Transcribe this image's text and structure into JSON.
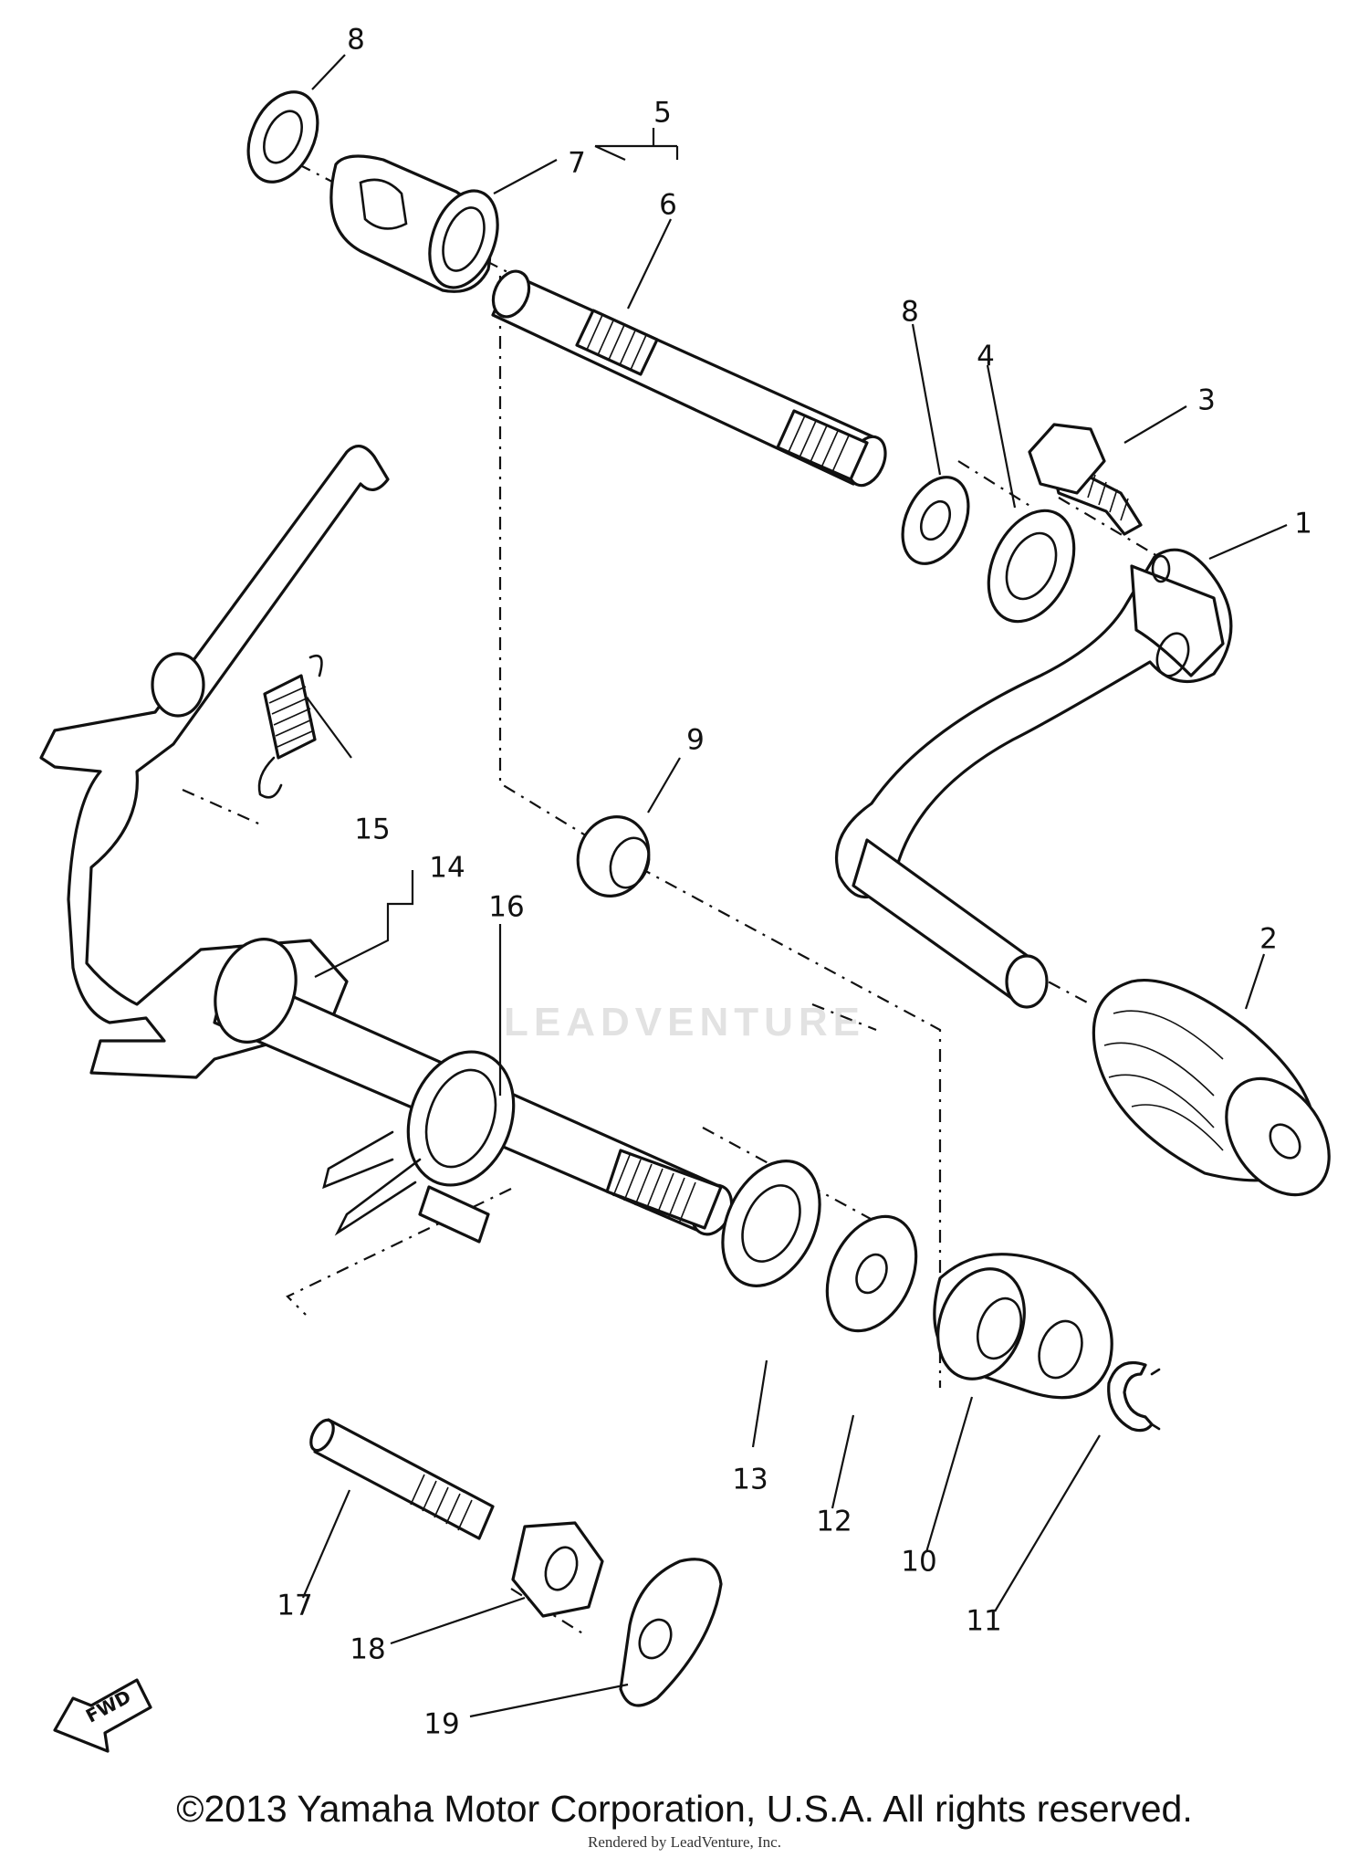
{
  "diagram": {
    "callouts": [
      {
        "id": "1",
        "text": "1"
      },
      {
        "id": "2",
        "text": "2"
      },
      {
        "id": "3",
        "text": "3"
      },
      {
        "id": "4",
        "text": "4"
      },
      {
        "id": "5",
        "text": "5"
      },
      {
        "id": "6",
        "text": "6"
      },
      {
        "id": "7",
        "text": "7"
      },
      {
        "id": "8a",
        "text": "8"
      },
      {
        "id": "8b",
        "text": "8"
      },
      {
        "id": "9",
        "text": "9"
      },
      {
        "id": "10",
        "text": "10"
      },
      {
        "id": "11",
        "text": "11"
      },
      {
        "id": "12",
        "text": "12"
      },
      {
        "id": "13",
        "text": "13"
      },
      {
        "id": "14",
        "text": "14"
      },
      {
        "id": "15",
        "text": "15"
      },
      {
        "id": "16",
        "text": "16"
      },
      {
        "id": "17",
        "text": "17"
      },
      {
        "id": "18",
        "text": "18"
      },
      {
        "id": "19",
        "text": "19"
      }
    ],
    "fwd_label": "FWD",
    "watermark": "LEADVENTURE"
  },
  "footer": {
    "copyright": "©2013 Yamaha Motor Corporation, U.S.A. All rights reserved.",
    "render_note": "Rendered by LeadVenture, Inc."
  }
}
